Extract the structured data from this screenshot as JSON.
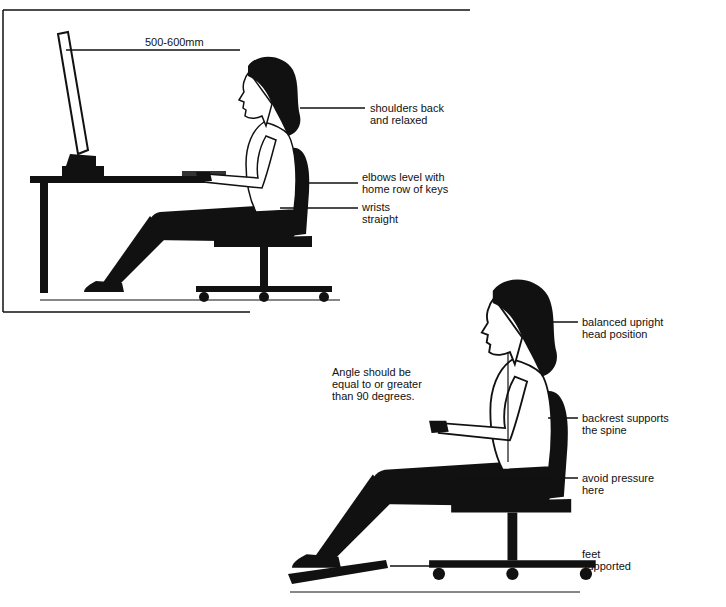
{
  "diagram": {
    "labels": [
      "500-600mm",
      "shoulders back and relaxed",
      "elbows level with home row of keys",
      "wrists straight",
      "balanced upright head position",
      "Angle should be equal to or greater than 90 degrees.",
      "backrest supports the spine",
      "avoid pressure here",
      "feet supported"
    ]
  }
}
